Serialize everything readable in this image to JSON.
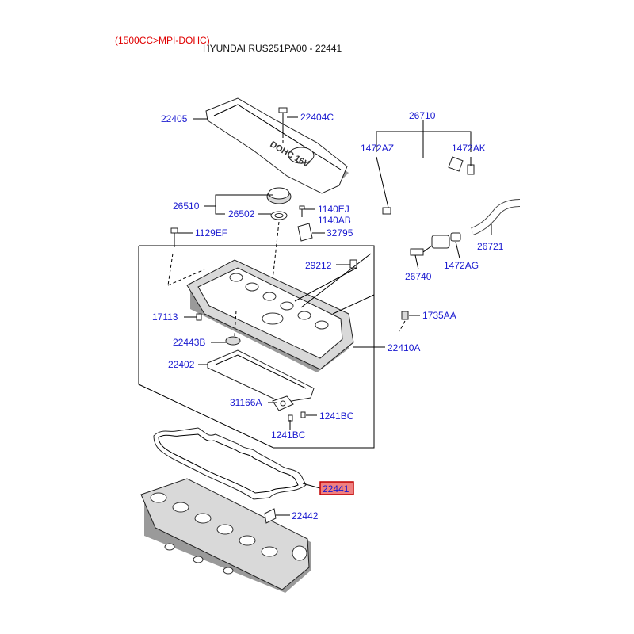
{
  "header": {
    "variant": "(1500CC>MPI-DOHC)",
    "title": "HYUNDAI RUS251PA00 - 22441"
  },
  "colors": {
    "variant_text": "#e00000",
    "label_text": "#1a1ad0",
    "highlight_fill": "#f08080",
    "highlight_border": "#c00000"
  },
  "diagram": {
    "engine_cover_text": "DOHC 16V",
    "highlighted_part": "22441",
    "parts": {
      "p22405": "22405",
      "p22404C": "22404C",
      "p26710": "26710",
      "p1472AZ": "1472AZ",
      "p1472AK": "1472AK",
      "p26510": "26510",
      "p26502": "26502",
      "p1140EJ": "1140EJ",
      "p1140AB": "1140AB",
      "p32795": "32795",
      "p1129EF": "1129EF",
      "p26721": "26721",
      "p29212": "29212",
      "p1472AG": "1472AG",
      "p26740": "26740",
      "p17113": "17113",
      "p1735AA": "1735AA",
      "p22443B": "22443B",
      "p22410A": "22410A",
      "p22402": "22402",
      "p31166A": "31166A",
      "p1241BC_a": "1241BC",
      "p1241BC_b": "1241BC",
      "p22441": "22441",
      "p22442": "22442"
    }
  }
}
